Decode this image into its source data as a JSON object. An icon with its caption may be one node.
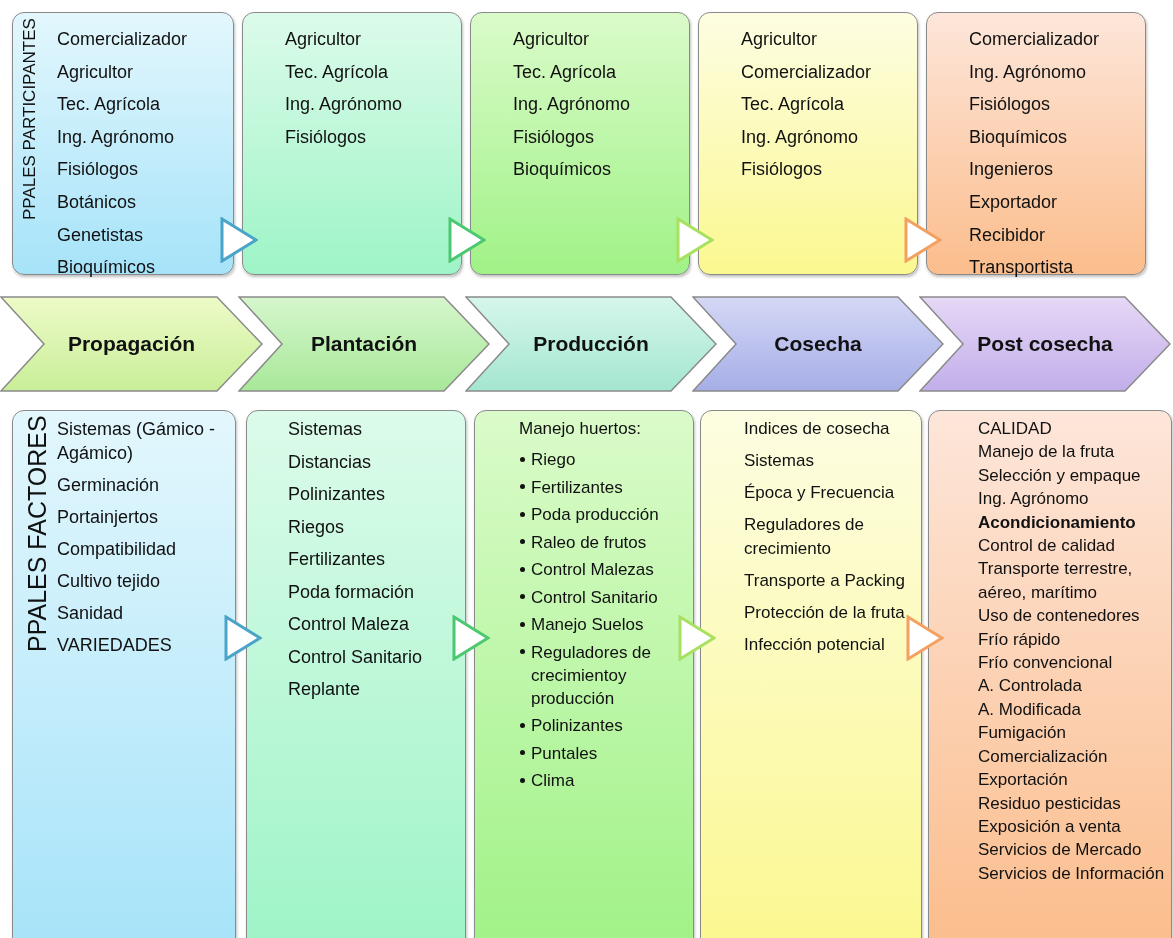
{
  "diagram": {
    "nodes": [
      {
        "text": [
          "Comercializador",
          "Agricultor",
          "Tec. Agrícola",
          "Ing. Agrónomo",
          "Fisiólogos",
          "Botánicos",
          "Genetistas",
          "Bioquímicos"
        ]
      },
      {
        "text": [
          "Agricultor",
          "Tec. Agrícola",
          "Ing. Agrónomo",
          "Fisiólogos"
        ]
      },
      {
        "text": [
          "Agricultor",
          "Tec. Agrícola",
          "Ing. Agrónomo",
          "Fisiólogos",
          "Bioquímicos"
        ]
      },
      {
        "text": [
          "Agricultor",
          "Comercializador",
          "Tec. Agrícola",
          "Ing. Agrónomo",
          "Fisiólogos"
        ]
      },
      {
        "text": [
          "Comercializador",
          "Ing. Agrónomo",
          "Fisiólogos",
          "Bioquímicos",
          "Ingenieros",
          "Exportador",
          "Recibidor",
          "Transportista"
        ]
      },
      {
        "text": [
          "Propagación"
        ]
      },
      {
        "text": [
          "Plantación"
        ]
      },
      {
        "text": [
          "Producción"
        ]
      },
      {
        "text": [
          "Cosecha"
        ]
      },
      {
        "text": [
          "Post cosecha"
        ]
      },
      {
        "text": [
          "Sistemas (Gámico - Agámico)",
          "Germinación",
          "Portainjertos",
          "Compatibilidad",
          "Cultivo tejido",
          "Sanidad",
          "VARIEDADES"
        ]
      },
      {
        "text": [
          "Sistemas",
          "Distancias",
          "Polinizantes",
          "Riegos",
          "Fertilizantes",
          "Poda formación",
          "Control Maleza",
          "Control Sanitario",
          "Replante"
        ]
      },
      {
        "text": [
          "Manejo huertos:",
          "Riego",
          "Fertilizantes",
          "Poda producción",
          "Raleo de frutos",
          "Control Malezas",
          "Control Sanitario",
          "Manejo Suelos",
          "Reguladores de crecimientoy producción",
          "Polinizantes",
          "Puntales",
          "Clima"
        ]
      },
      {
        "text": [
          "Indices de cosecha",
          "Sistemas",
          "Época y Frecuencia",
          "Reguladores de crecimiento",
          "Transporte a Packing",
          "Protección de la fruta",
          "Infección potencial"
        ]
      },
      {
        "text": [
          "CALIDAD",
          "Manejo de la fruta",
          "Selección y empaque",
          "Ing. Agrónomo",
          "Acondicionamiento",
          "Control de calidad",
          "Transporte terrestre, aéreo, marítimo",
          "Uso de contenedores",
          "Frío rápido",
          "Frío convencional",
          "A. Controlada",
          "A. Modificada",
          "Fumigación",
          "Comercialización",
          "Exportación",
          "Residuo pesticidas",
          "Exposición a venta",
          "Servicios de Mercado",
          "Servicios de Información"
        ]
      }
    ],
    "edges": [
      {
        "from": 0,
        "to": 1,
        "arrow": "to",
        "color": "#4aa3c8"
      },
      {
        "from": 1,
        "to": 2,
        "arrow": "to",
        "color": "#4cc870"
      },
      {
        "from": 2,
        "to": 3,
        "arrow": "to",
        "color": "#a8e060"
      },
      {
        "from": 3,
        "to": 4,
        "arrow": "to",
        "color": "#f4a060"
      },
      {
        "from": 10,
        "to": 11,
        "arrow": "to",
        "color": "#4aa3c8"
      },
      {
        "from": 11,
        "to": 12,
        "arrow": "to",
        "color": "#4cc870"
      },
      {
        "from": 12,
        "to": 13,
        "arrow": "to",
        "color": "#a8e060"
      },
      {
        "from": 13,
        "to": 14,
        "arrow": "to",
        "color": "#f4a060"
      }
    ],
    "labels": [
      "PPALES PARTICIPANTES",
      "PPALES FACTORES"
    ]
  }
}
